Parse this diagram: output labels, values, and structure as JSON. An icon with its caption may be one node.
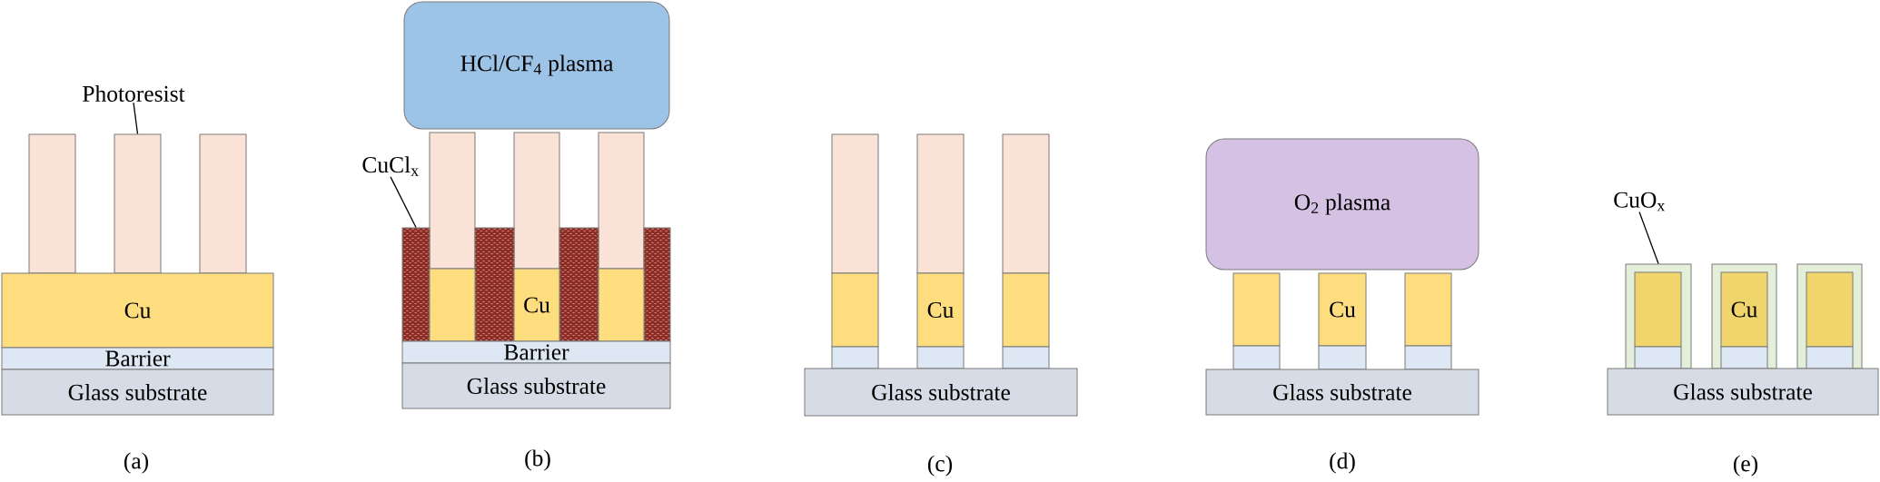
{
  "diagram": {
    "nodes": [
      {
        "text": [
          "Photoresist"
        ]
      },
      {
        "text": [],
        "shape": "box"
      },
      {
        "text": [],
        "shape": "box"
      },
      {
        "text": [],
        "shape": "box"
      },
      {
        "text": [
          "Cu"
        ]
      },
      {
        "text": [
          "Barrier"
        ]
      },
      {
        "text": [
          "Glass substrate"
        ]
      },
      {
        "text": [
          "HCl/CF$_{4}$ plasma"
        ]
      },
      {
        "text": [],
        "shape": "box"
      },
      {
        "text": [],
        "shape": "box"
      },
      {
        "text": [],
        "shape": "box"
      },
      {
        "text": [
          "CuCl$_{x}$"
        ]
      },
      {
        "text": [],
        "shape": "box"
      },
      {
        "text": [],
        "shape": "box"
      },
      {
        "text": [],
        "shape": "box"
      },
      {
        "text": [],
        "shape": "box"
      },
      {
        "text": [],
        "shape": "box"
      },
      {
        "text": [
          "Cu"
        ]
      },
      {
        "text": [],
        "shape": "box"
      },
      {
        "text": [
          "Barrier"
        ]
      },
      {
        "text": [
          "Glass substrate"
        ]
      },
      {
        "text": [],
        "shape": "box"
      },
      {
        "text": [],
        "shape": "box"
      },
      {
        "text": [],
        "shape": "box"
      },
      {
        "text": [],
        "shape": "box"
      },
      {
        "text": [
          "Cu"
        ]
      },
      {
        "text": [],
        "shape": "box"
      },
      {
        "text": [],
        "shape": "box"
      },
      {
        "text": [],
        "shape": "box"
      },
      {
        "text": [],
        "shape": "box"
      },
      {
        "text": [
          "Glass substrate"
        ]
      },
      {
        "text": [
          "O$_{2}$ plasma"
        ]
      },
      {
        "text": [],
        "shape": "box"
      },
      {
        "text": [
          "Cu"
        ]
      },
      {
        "text": [],
        "shape": "box"
      },
      {
        "text": [],
        "shape": "box"
      },
      {
        "text": [],
        "shape": "box"
      },
      {
        "text": [],
        "shape": "box"
      },
      {
        "text": [
          "Glass substrate"
        ]
      },
      {
        "text": [
          "CuO$_{x}$"
        ]
      },
      {
        "text": [],
        "shape": "box"
      },
      {
        "text": [],
        "shape": "box"
      },
      {
        "text": [],
        "shape": "box"
      },
      {
        "text": [],
        "shape": "box",
        "in": 40
      },
      {
        "text": [
          "Cu"
        ],
        "in": 41
      },
      {
        "text": [],
        "shape": "box",
        "in": 42
      },
      {
        "text": [],
        "shape": "box",
        "in": 40
      },
      {
        "text": [],
        "shape": "box",
        "in": 41
      },
      {
        "text": [],
        "shape": "box",
        "in": 42
      },
      {
        "text": [
          "Glass substrate"
        ]
      }
    ],
    "edges": [
      {
        "from": 0,
        "to": 2,
        "arrow": "none"
      },
      {
        "from": 11,
        "to": 12,
        "arrow": "none"
      },
      {
        "from": 39,
        "to": 40,
        "arrow": "none"
      }
    ],
    "labels": [
      "(a)",
      "(b)",
      "(c)",
      "(d)",
      "(e)"
    ]
  }
}
